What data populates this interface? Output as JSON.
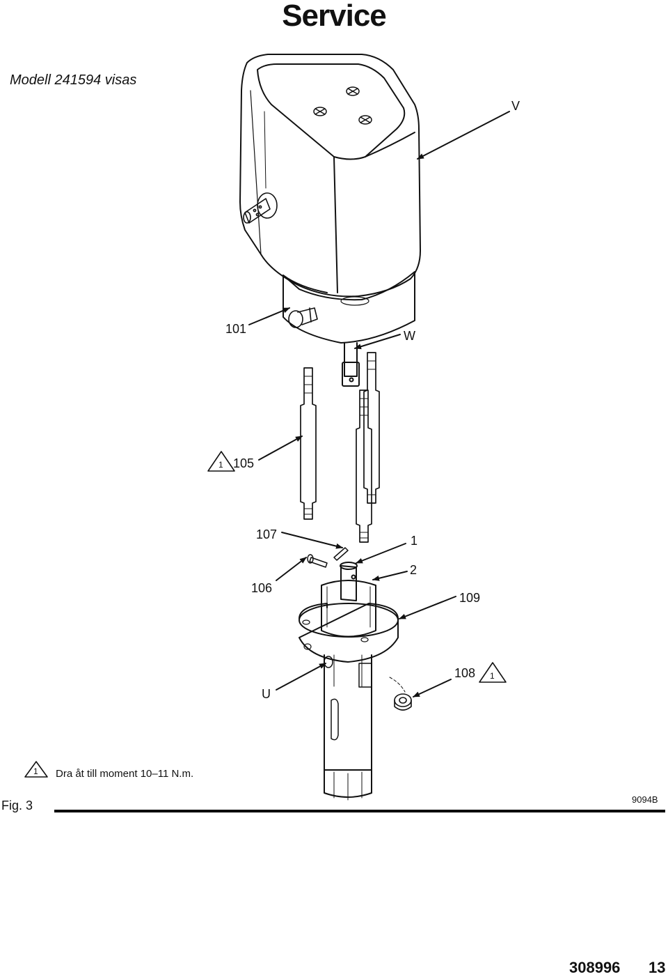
{
  "header": {
    "title": "Service"
  },
  "subtitle": "Modell 241594 visas",
  "callouts": {
    "v": "V",
    "c101": "101",
    "w": "W",
    "c105": "105",
    "c107": "107",
    "c1": "1",
    "c2": "2",
    "c106": "106",
    "c109": "109",
    "c108": "108",
    "u": "U"
  },
  "warning_marker": "1",
  "note": {
    "marker": "1",
    "text": "Dra åt till moment 10–11 N.m."
  },
  "figure": {
    "label": "Fig. 3",
    "drawing_number": "9094B"
  },
  "footer": {
    "doc_number": "308996",
    "page_number": "13"
  }
}
